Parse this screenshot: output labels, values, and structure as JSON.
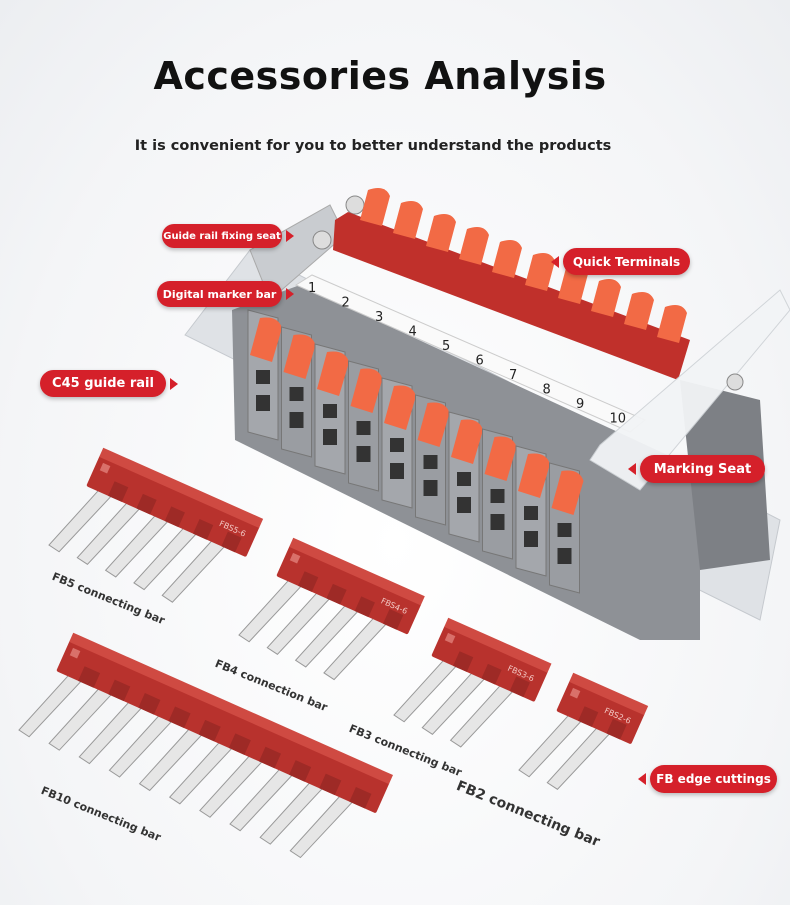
{
  "header": {
    "title": "Accessories Analysis",
    "subtitle": "It is convenient for you to better understand the products"
  },
  "callouts": {
    "guide_rail_fixing_seat": "Guide rail fixing seat",
    "quick_terminals": "Quick Terminals",
    "digital_marker_bar": "Digital marker bar",
    "c45_guide_rail": "C45 guide rail",
    "marking_seat": "Marking Seat",
    "fb_edge_cuttings": "FB edge cuttings"
  },
  "marker_numbers": [
    "1",
    "2",
    "3",
    "4",
    "5",
    "6",
    "7",
    "8",
    "9",
    "10"
  ],
  "bars": {
    "fb5": {
      "caption": "FB5 connecting bar",
      "stamp": "FBS5-6",
      "pins": 5
    },
    "fb4": {
      "caption": "FB4 connection bar",
      "stamp": "FBS4-6",
      "pins": 4
    },
    "fb3": {
      "caption": "FB3 connecting bar",
      "stamp": "FBS3-6",
      "pins": 3
    },
    "fb2": {
      "caption": "FB2 connecting bar",
      "stamp": "FBS2-6",
      "pins": 2
    },
    "fb10": {
      "caption": "FB10 connecting bar",
      "pins": 10
    }
  },
  "colors": {
    "accent_red": "#d5202a",
    "bar_red": "#b8322d",
    "orange": "#f26a45",
    "gray": "#8e9196"
  }
}
